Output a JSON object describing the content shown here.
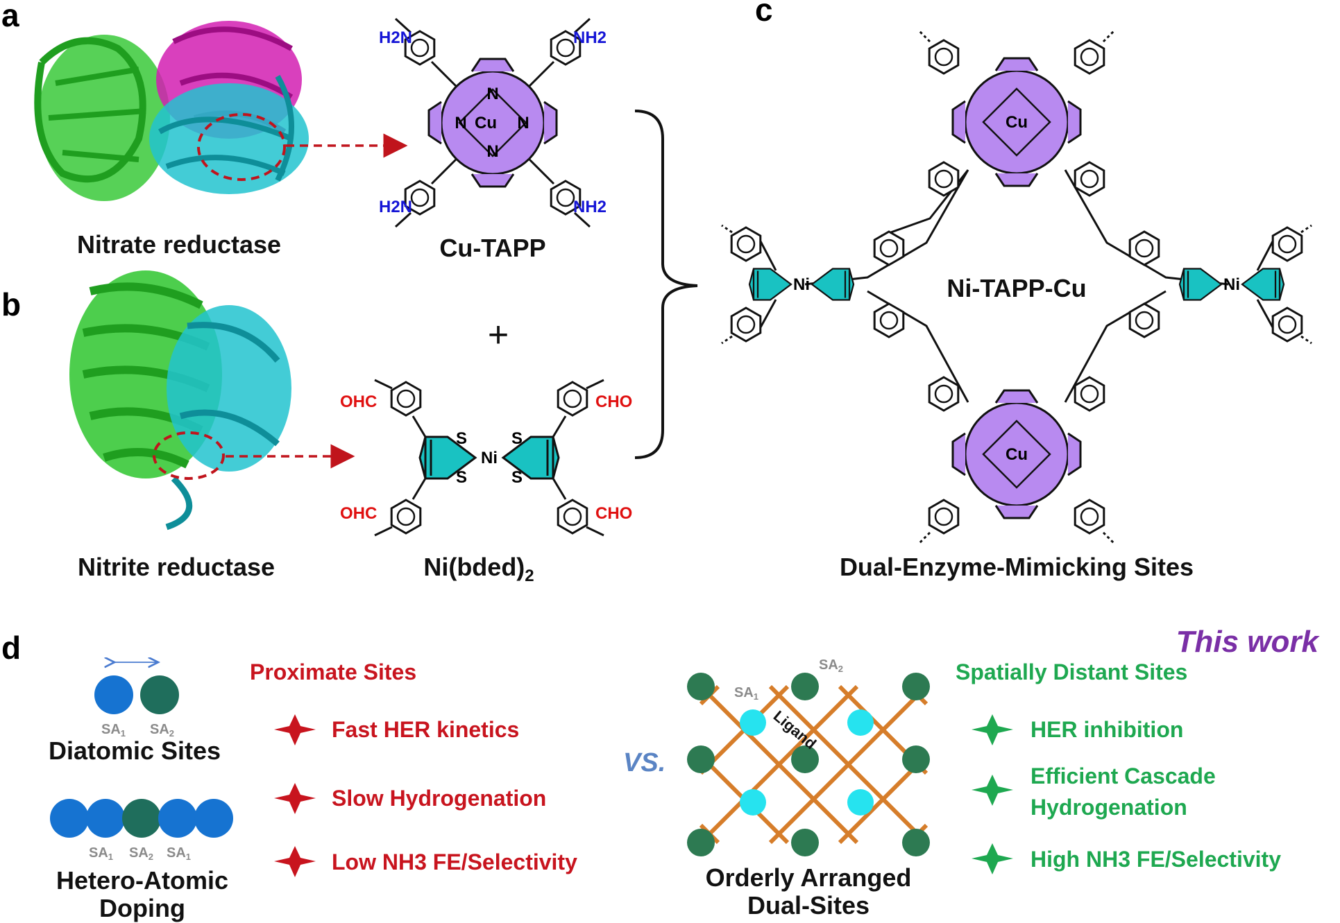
{
  "panels": {
    "a": "a",
    "b": "b",
    "c": "c",
    "d": "d"
  },
  "panel_a": {
    "protein": "Nitrate reductase",
    "molecule": "Cu-TAPP",
    "metal": "Cu",
    "N": "N",
    "substituent": "NH2",
    "sub_left": "H2N"
  },
  "panel_b": {
    "protein": "Nitrite reductase",
    "molecule_main": "Ni(bded)",
    "molecule_sub": "2",
    "metal": "Ni",
    "S": "S",
    "cho_right": "CHO",
    "cho_left": "OHC",
    "plus": "+"
  },
  "panel_c": {
    "framework": "Ni-TAPP-Cu",
    "caption": "Dual-Enzyme-Mimicking Sites"
  },
  "panel_d": {
    "diatomic": "Diatomic Sites",
    "hetero_line1": "Hetero-Atomic",
    "hetero_line2": "Doping",
    "sa1": "SA",
    "sa2": "SA",
    "sub1": "1",
    "sub2": "2",
    "proximate_title": "Proximate Sites",
    "proximate_items": [
      "Fast HER kinetics",
      "Slow Hydrogenation",
      "Low NH3 FE/Selectivity"
    ],
    "vs": "VS.",
    "ligand": "Ligand",
    "orderly_line1": "Orderly Arranged",
    "orderly_line2": "Dual-Sites",
    "this_work": "This work",
    "distant_title": "Spatially Distant Sites",
    "distant_items": [
      "HER inhibition",
      "Efficient Cascade",
      "Hydrogenation",
      "High NH3 FE/Selectivity"
    ]
  },
  "colors": {
    "porphyrin": "#b88af0",
    "dithiolene": "#19c2c2",
    "protein_green": "#3ac93a",
    "protein_cyan": "#22c3cf",
    "protein_magenta": "#d21fb2",
    "dashed_red": "#c0141c",
    "site_dark": "#1f6e5c",
    "site_blue": "#1673d1",
    "grid_orange": "#d67d2a",
    "node_green": "#2d7a52",
    "node_cyan": "#26e3ef"
  }
}
